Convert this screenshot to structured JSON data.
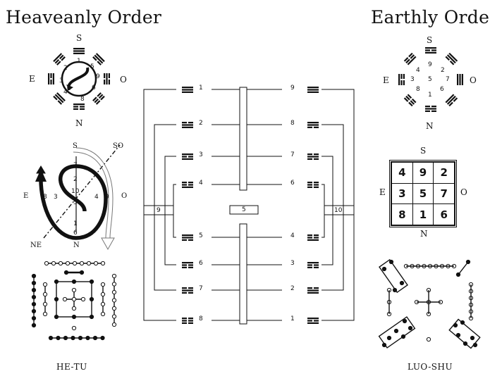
{
  "titles": {
    "left": "Heaveanly Order",
    "right": "Earthly Order"
  },
  "captions": {
    "left": "HE-TU",
    "right": "LUO-SHU"
  },
  "he_tu_ring": {
    "south": "S",
    "east": "E",
    "west": "O",
    "north": "N",
    "numbers": [
      "1",
      "5",
      "9",
      "6",
      "8",
      "4",
      "3",
      "2"
    ]
  },
  "he_tu_spiral": {
    "south": "S",
    "southwest": "SO",
    "east": "E",
    "west": "O",
    "north": "N",
    "northeast": "NE",
    "numbers": [
      "7",
      "2",
      "10",
      "5",
      "9",
      "4",
      "3",
      "8",
      "1",
      "6"
    ]
  },
  "luo_shu_ring": {
    "south": "S",
    "east": "E",
    "west": "O",
    "north": "N",
    "numbers": [
      "9",
      "2",
      "7",
      "6",
      "1",
      "8",
      "3",
      "4",
      "5"
    ]
  },
  "magic_square": {
    "south": "S",
    "east": "E",
    "west": "O",
    "north": "N",
    "rows": [
      [
        "4",
        "9",
        "2"
      ],
      [
        "3",
        "5",
        "7"
      ],
      [
        "8",
        "1",
        "6"
      ]
    ]
  },
  "center": {
    "left_box": "9",
    "middle_box": "5",
    "right_box": "10",
    "left_labels": [
      "1",
      "2",
      "3",
      "4",
      "5",
      "6",
      "7",
      "8"
    ],
    "right_labels": [
      "9",
      "8",
      "7",
      "6",
      "4",
      "3",
      "2",
      "1"
    ]
  }
}
